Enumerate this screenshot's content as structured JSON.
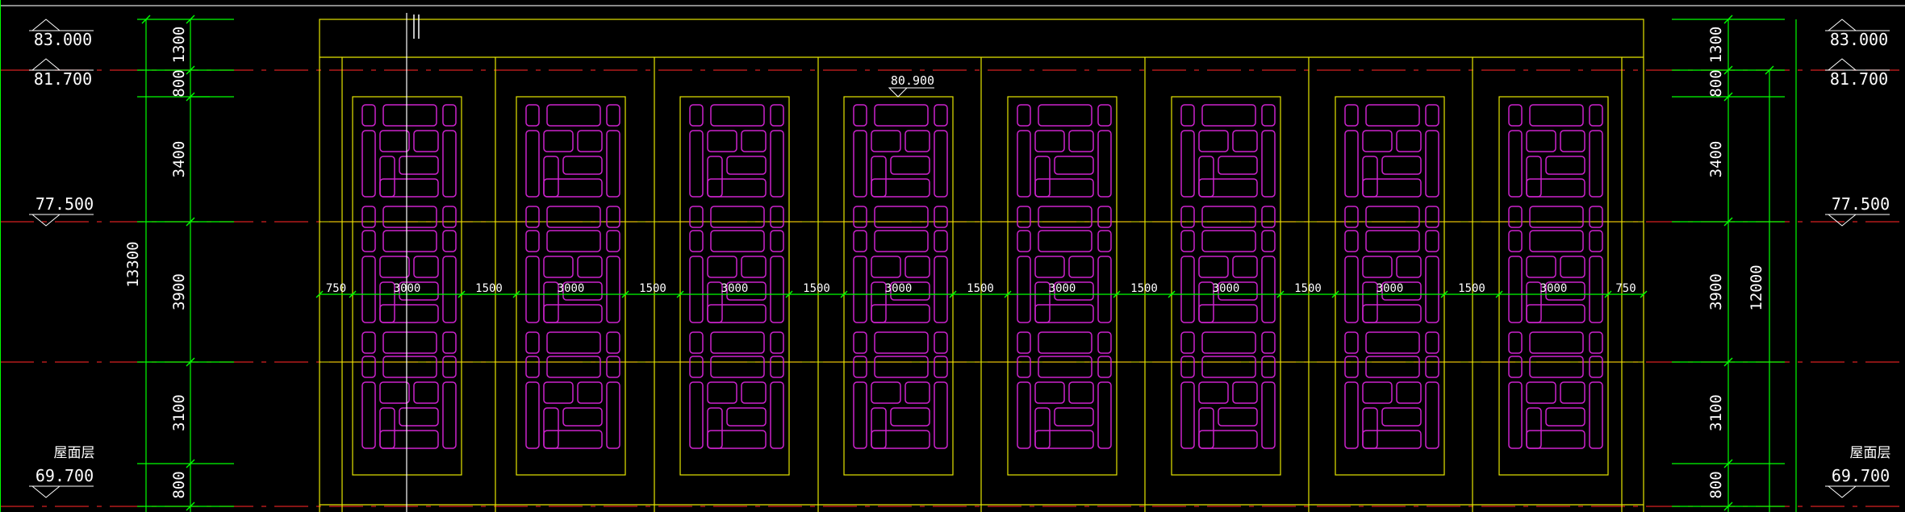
{
  "colors": {
    "background": "#000000",
    "outline": "#e6e600",
    "dimension": "#00ff00",
    "axis": "#d62020",
    "panel": "#cc22cc",
    "text": "#ffffff",
    "cursor": "#ffffff"
  },
  "top_elevation": "80.900",
  "left_levels": [
    {
      "value": "83.000",
      "type": "up"
    },
    {
      "value": "81.700",
      "type": "up"
    },
    {
      "value": "77.500",
      "type": "down"
    },
    {
      "value": "69.700",
      "type": "down",
      "name": "屋面层"
    }
  ],
  "right_levels": [
    {
      "value": "83.000",
      "type": "up"
    },
    {
      "value": "81.700",
      "type": "up"
    },
    {
      "value": "77.500",
      "type": "down"
    },
    {
      "value": "69.700",
      "type": "down",
      "name": "屋面层"
    }
  ],
  "vertical_dims_left": [
    "1300",
    "800",
    "3400",
    "3900",
    "3100",
    "800"
  ],
  "vertical_dims_left_total": "13300",
  "vertical_dims_right": [
    "1300",
    "800",
    "3400",
    "3900",
    "3100",
    "800"
  ],
  "vertical_dims_right_total": "12000",
  "horizontal_dims": [
    "750",
    "3000",
    "1500",
    "3000",
    "1500",
    "3000",
    "1500",
    "3000",
    "1500",
    "3000",
    "1500",
    "3000",
    "1500",
    "3000",
    "1500",
    "3000",
    "750"
  ],
  "panel_count": 8
}
